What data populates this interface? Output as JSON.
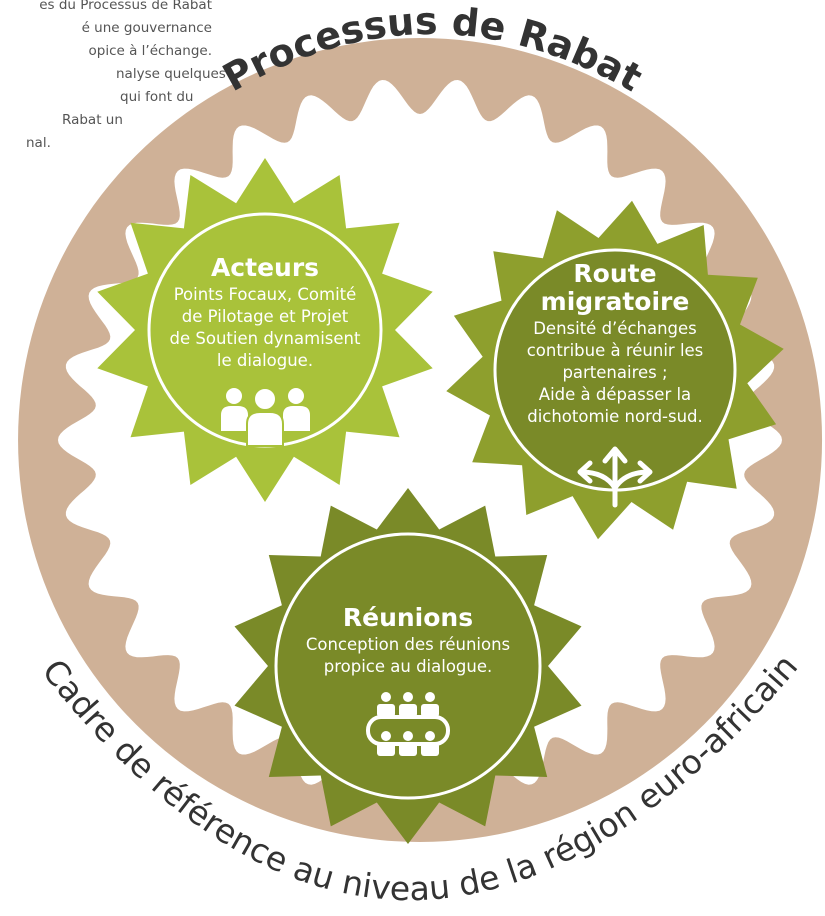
{
  "intro_lines": [
    "es du Processus de Rabat",
    "é une gouvernance",
    "opice à l’échange.",
    "nalyse quelques",
    "qui font du",
    "Rabat un",
    "nal."
  ],
  "title": "Processus de Rabat",
  "outer_caption": "Cadre de référence au niveau de la région euro-africaine",
  "gears": {
    "acteurs": {
      "title": "Acteurs",
      "lines": [
        "Points Focaux, Comité",
        "de Pilotage et Projet",
        "de Soutien dynamisent",
        "le dialogue."
      ],
      "icon": "people-group-icon"
    },
    "route": {
      "title_lines": [
        "Route",
        "migratoire"
      ],
      "lines": [
        "Densité d’échanges",
        "contribue à réunir les",
        "partenaires ;",
        "Aide à dépasser la",
        "dichotomie nord-sud."
      ],
      "icon": "crossroads-arrows-icon"
    },
    "reunions": {
      "title": "Réunions",
      "lines": [
        "Conception des réunions",
        "propice au dialogue."
      ],
      "icon": "meeting-table-icon"
    }
  },
  "colors": {
    "ring": "#cfb197",
    "gear_light": "#a9c23a",
    "gear_dark_outer": "#8e9f2d",
    "gear_olive": "#7a8a28",
    "text_dark": "#333333",
    "white": "#ffffff"
  }
}
